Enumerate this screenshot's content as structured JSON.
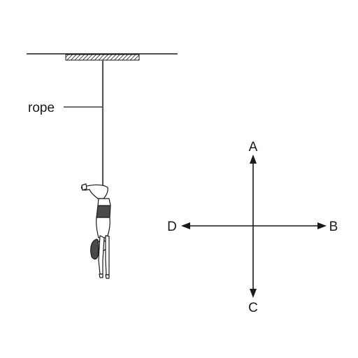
{
  "labels": {
    "rope": "rope",
    "direction_up": "A",
    "direction_right": "B",
    "direction_down": "C",
    "direction_left": "D"
  },
  "colors": {
    "ink": "#1a1a1a",
    "rope": "#555555",
    "body_dark": "#4a4a4a"
  }
}
